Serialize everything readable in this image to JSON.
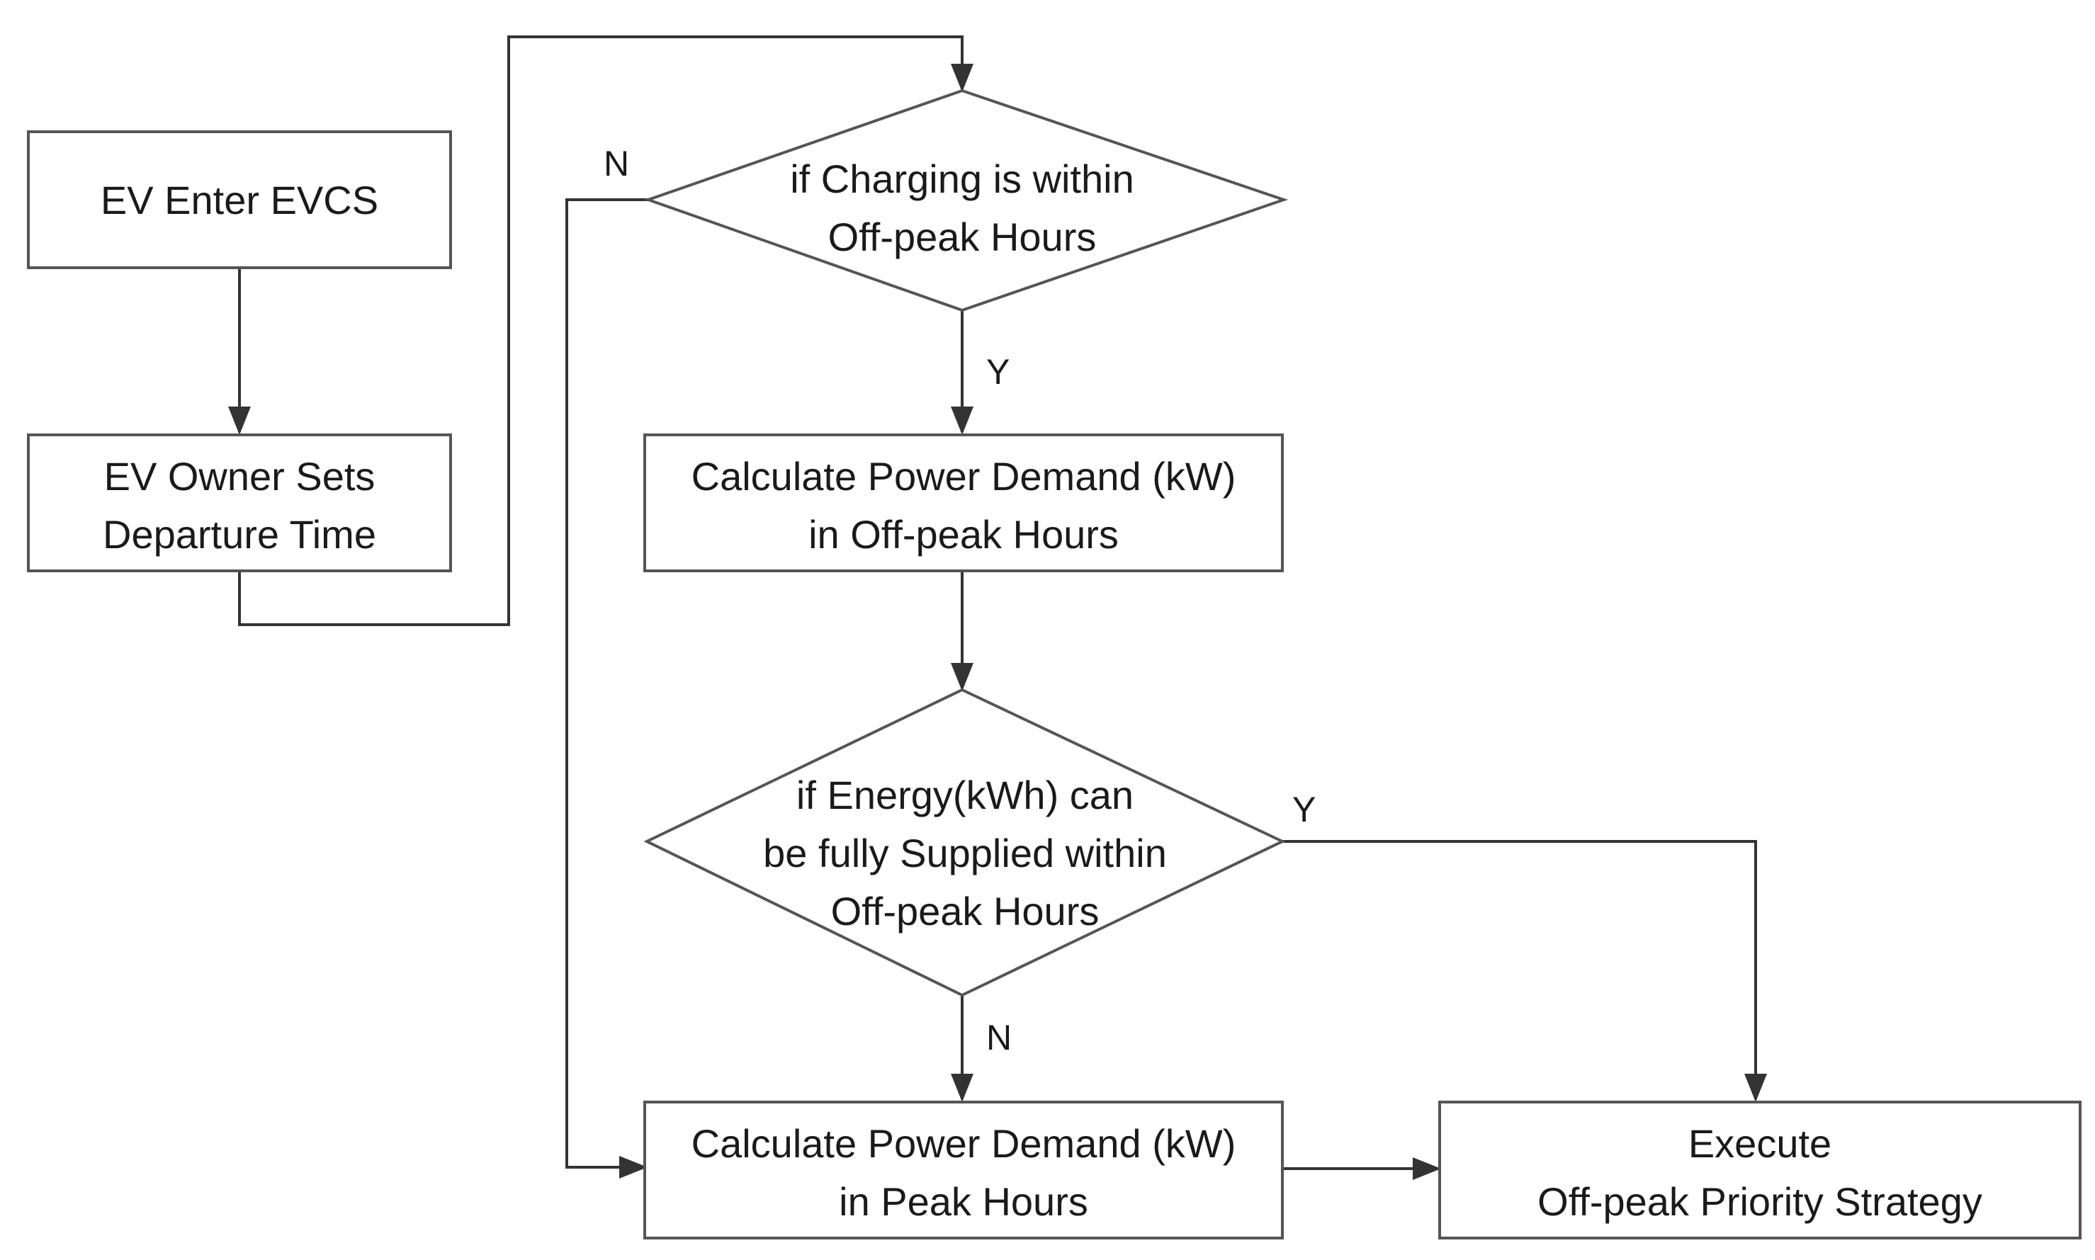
{
  "nodes": {
    "ev_enter": {
      "lines": [
        "EV Enter EVCS"
      ]
    },
    "owner_sets": {
      "lines": [
        "EV Owner Sets",
        "Departure Time"
      ]
    },
    "decision_offpeak": {
      "lines": [
        "if Charging is within",
        "Off-peak Hours"
      ]
    },
    "calc_offpeak": {
      "lines": [
        "Calculate Power Demand (kW)",
        "in Off-peak Hours"
      ]
    },
    "decision_energy": {
      "lines": [
        "if Energy(kWh) can",
        "be fully Supplied within",
        "Off-peak Hours"
      ]
    },
    "calc_peak": {
      "lines": [
        "Calculate Power Demand (kW)",
        "in Peak Hours"
      ]
    },
    "execute": {
      "lines": [
        "Execute",
        "Off-peak Priority Strategy"
      ]
    }
  },
  "branch_labels": {
    "offpeak_no": "N",
    "offpeak_yes": "Y",
    "energy_yes": "Y",
    "energy_no": "N"
  },
  "colors": {
    "node_border": "#555555",
    "connector": "#333333",
    "text": "#1a1a1a",
    "background": "#ffffff"
  }
}
